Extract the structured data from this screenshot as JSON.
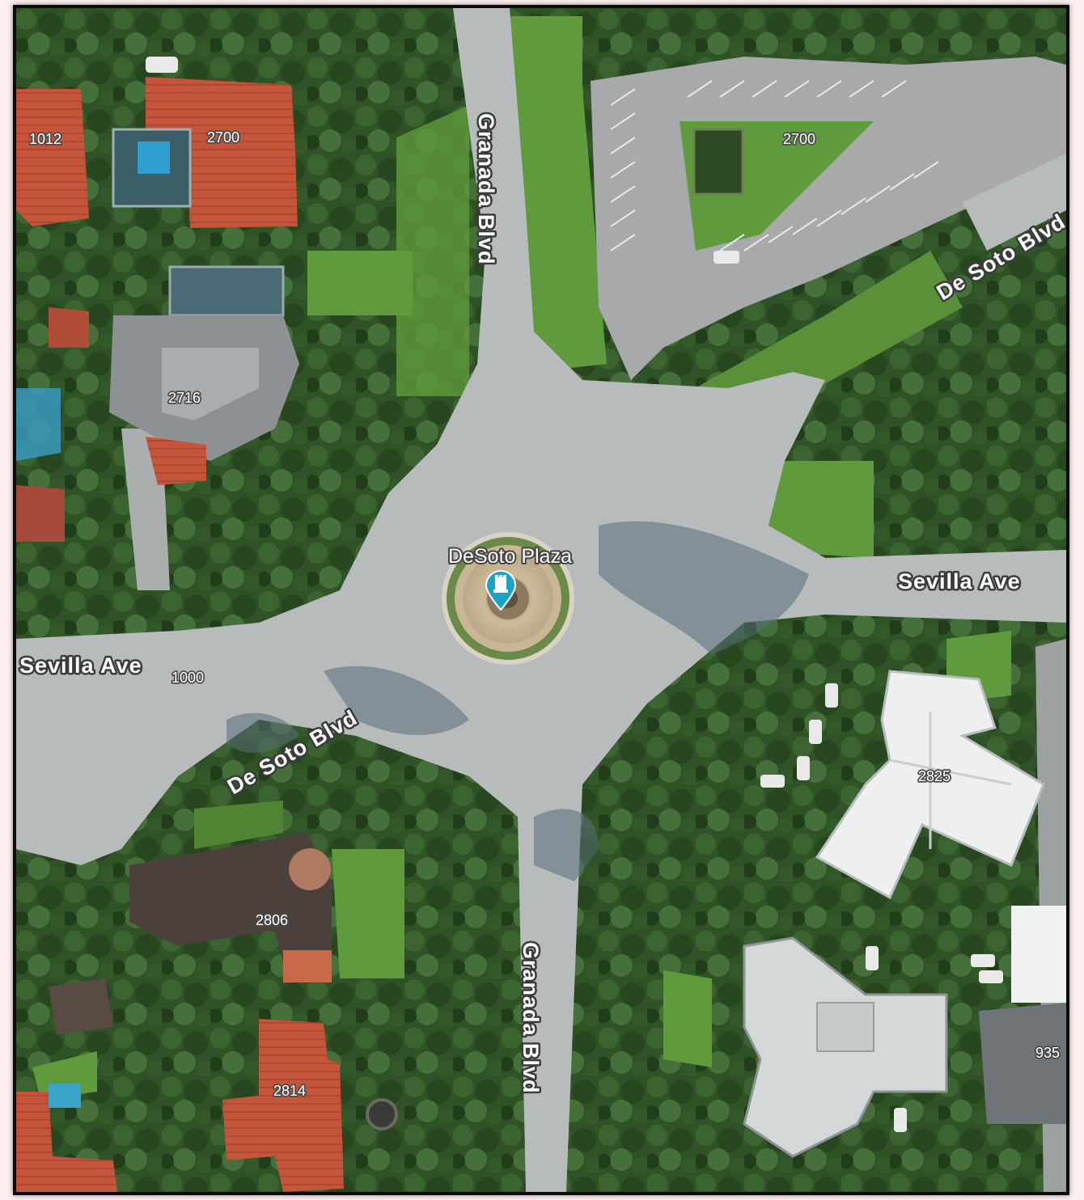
{
  "map": {
    "view": "satellite",
    "poi": {
      "name": "DeSoto Plaza",
      "icon": "fountain-marker-icon",
      "color": "#1aa3c4"
    },
    "road_labels": [
      "Granada Blvd",
      "De Soto Blvd",
      "Sevilla Ave",
      "Sevilla Ave",
      "De Soto Blvd",
      "Granada Blvd"
    ],
    "address_labels": [
      "1012",
      "2700",
      "2700",
      "2716",
      "1000",
      "2825",
      "2806",
      "2814",
      "935"
    ]
  }
}
